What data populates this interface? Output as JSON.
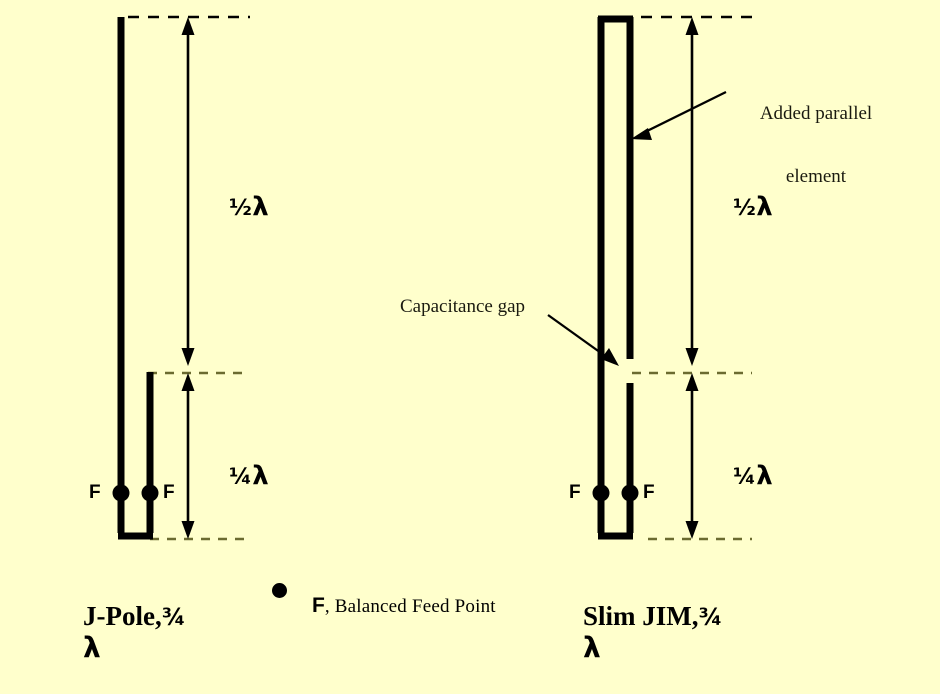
{
  "figure": {
    "background_color": "#ffffcc",
    "ink_color": "#000000",
    "title_left": "J-Pole,",
    "title_right": "Slim JIM,"
  },
  "jpole": {
    "caption_name": "J-Pole,",
    "caption_fraction": "¾",
    "caption_lambda": "λ",
    "half_wave_fraction": "½",
    "half_wave_lambda": "λ",
    "quarter_wave_fraction": "¼",
    "quarter_wave_lambda": "λ",
    "feed_left_label": "F",
    "feed_right_label": "F"
  },
  "slimjim": {
    "caption_name": "Slim JIM,",
    "caption_fraction": "¾",
    "caption_lambda": "λ",
    "half_wave_fraction": "½",
    "half_wave_lambda": "λ",
    "quarter_wave_fraction": "¼",
    "quarter_wave_lambda": "λ",
    "feed_left_label": "F",
    "feed_right_label": "F",
    "callout_added_element_line1": "Added parallel",
    "callout_added_element_line2": "element",
    "callout_capacitance_gap": "Capacitance gap"
  },
  "legend": {
    "marker": "feed-point-dot",
    "letter": "F",
    "text": ", Balanced Feed Point"
  },
  "chart_data": {
    "type": "diagram",
    "title": "J-Pole and Slim JIM 3/4 wavelength antenna comparison",
    "annotations": [
      "1/2 lambda",
      "1/4 lambda",
      "Added parallel element",
      "Capacitance gap",
      "F, Balanced Feed Point"
    ]
  }
}
